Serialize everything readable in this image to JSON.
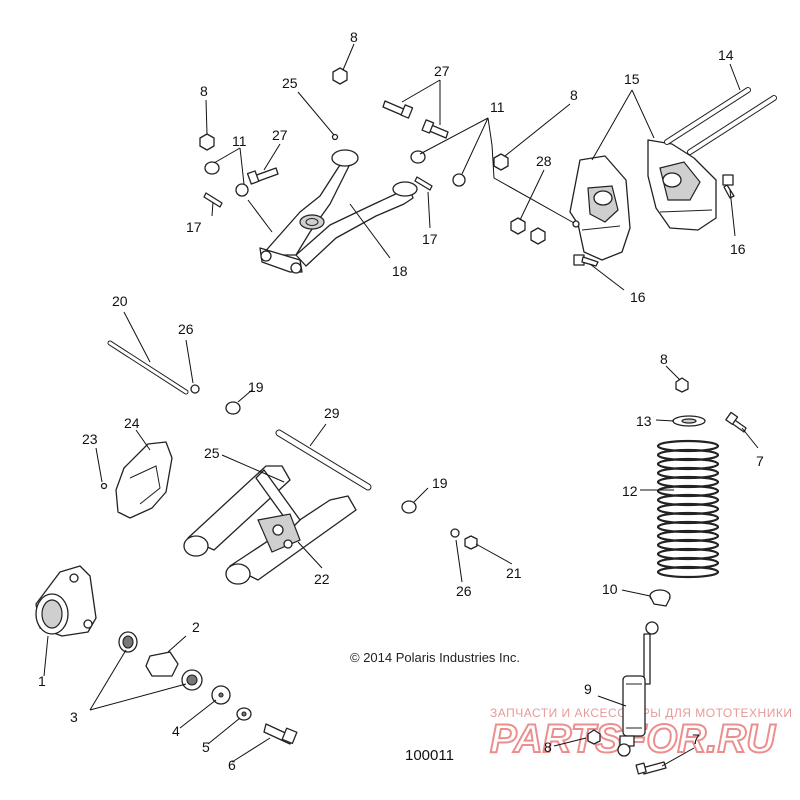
{
  "diagram": {
    "copyright": "© 2014 Polaris Industries Inc.",
    "document_number": "100011",
    "callouts": {
      "c1": "1",
      "c2": "2",
      "c3": "3",
      "c4": "4",
      "c5": "5",
      "c6": "6",
      "c7a": "7",
      "c7b": "7",
      "c8a": "8",
      "c8b": "8",
      "c8c": "8",
      "c8d": "8",
      "c8e": "8",
      "c9": "9",
      "c10": "10",
      "c11a": "11",
      "c11b": "11",
      "c12": "12",
      "c13": "13",
      "c14": "14",
      "c15": "15",
      "c16a": "16",
      "c16b": "16",
      "c17a": "17",
      "c17b": "17",
      "c18": "18",
      "c19a": "19",
      "c19b": "19",
      "c20": "20",
      "c21": "21",
      "c22": "22",
      "c23": "23",
      "c24": "24",
      "c25a": "25",
      "c25b": "25",
      "c26a": "26",
      "c26b": "26",
      "c27a": "27",
      "c27b": "27",
      "c28": "28",
      "c29": "29"
    }
  },
  "watermark": {
    "tagline": "ЗАПЧАСТИ И АКСЕССУАРЫ ДЛЯ МОТОТЕХНИКИ",
    "brand": "PARTSFOR.RU"
  }
}
